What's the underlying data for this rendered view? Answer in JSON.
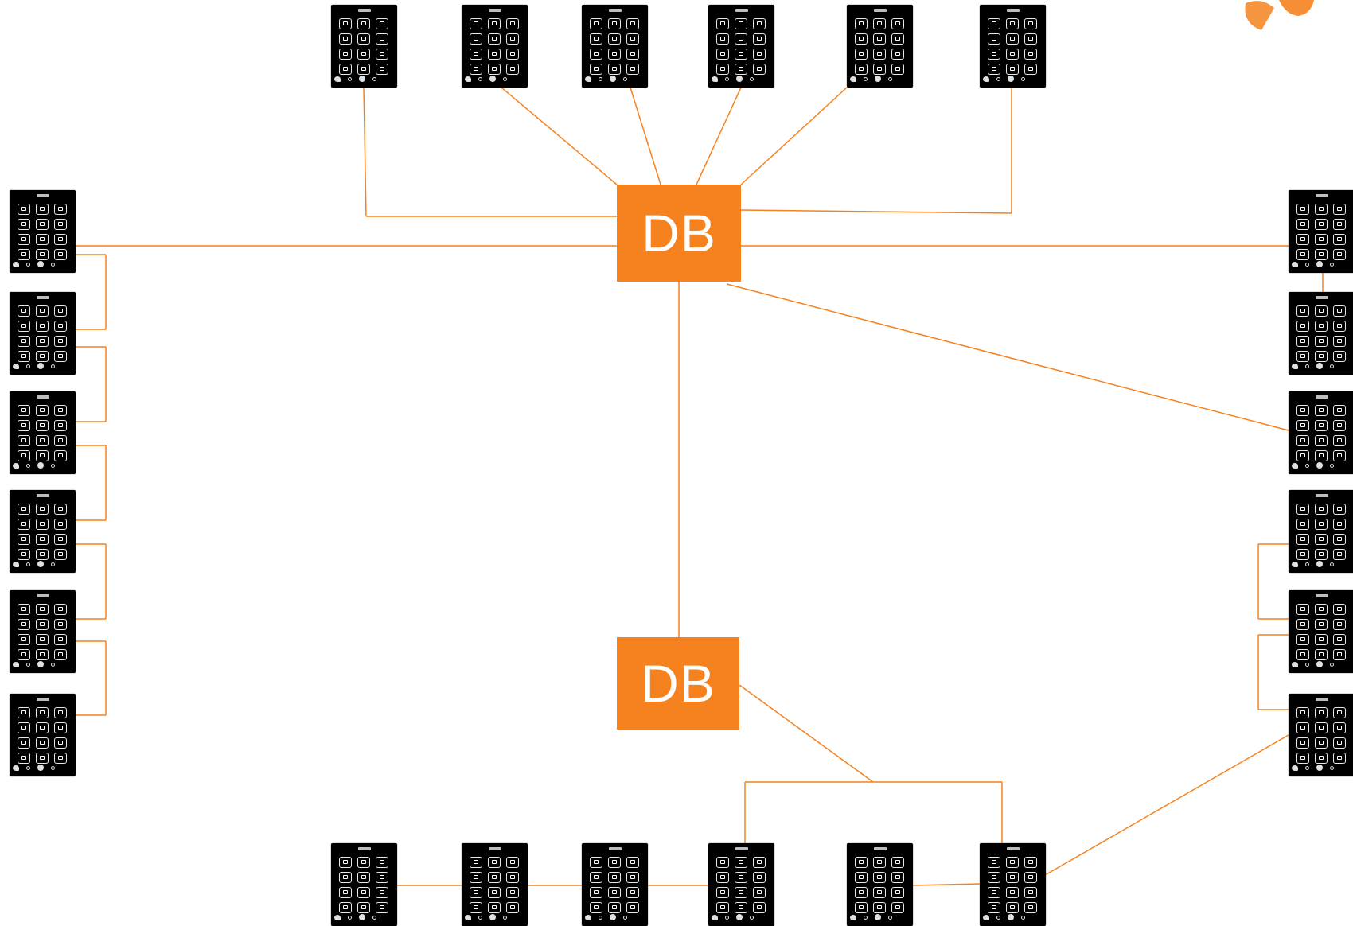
{
  "diagram": {
    "wire_color": "#f5821f",
    "db_color": "#f5821f",
    "panel_color": "#000000",
    "db_boxes": [
      {
        "id": "db-main",
        "label": "DB"
      },
      {
        "id": "db-secondary",
        "label": "DB"
      }
    ],
    "panel_groups": {
      "top_row": 6,
      "left_column": 6,
      "right_column": 6,
      "bottom_row": 6
    }
  }
}
